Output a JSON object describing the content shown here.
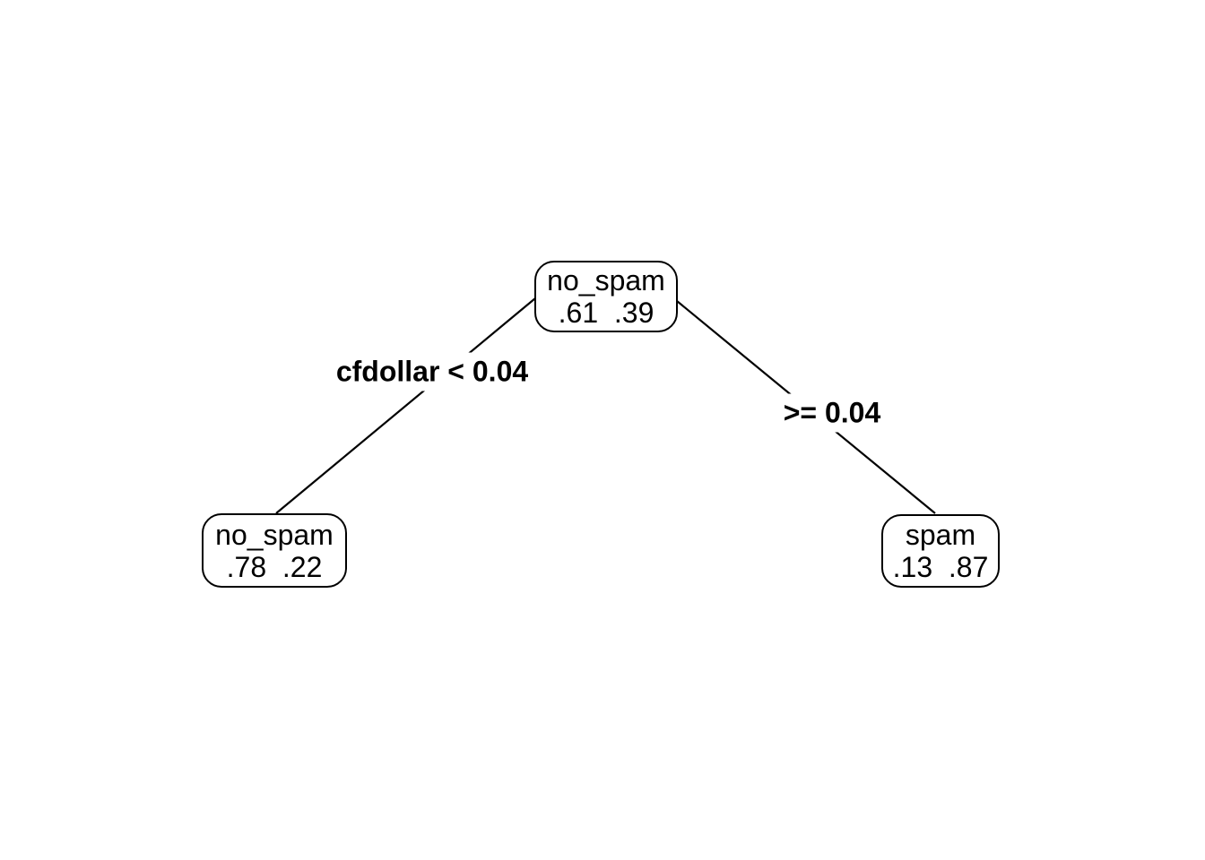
{
  "canvas": {
    "background": "#ffffff",
    "stroke_color": "#000000",
    "text_color": "#000000"
  },
  "nodes": {
    "root": {
      "label": "no_spam",
      "probs": ".61  .39"
    },
    "left_leaf": {
      "label": "no_spam",
      "probs": ".78  .22"
    },
    "right_leaf": {
      "label": "spam",
      "probs": ".13  .87"
    }
  },
  "branches": {
    "left": {
      "label": "cfdollar < 0.04"
    },
    "right": {
      "label": ">= 0.04"
    }
  }
}
